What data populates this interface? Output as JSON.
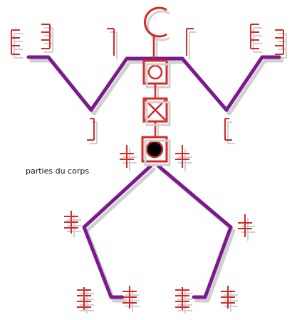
{
  "caption": "parties du corps",
  "colors": {
    "limb": "#7a1a8c",
    "glyph": "#d42a2a",
    "shadow": "#d0d0d0",
    "joint_fill": "#000000",
    "background": "#ffffff"
  },
  "icons": {
    "head": "open-circle-c-glyph",
    "neck": "circle-in-box-glyph",
    "chest": "x-in-box-glyph",
    "navel": "filled-dot-in-box-glyph",
    "hands": "e-shaped-glyph",
    "elbows": "bracket-glyph",
    "hips": "double-cross-glyph",
    "knees": "triple-cross-glyph",
    "feet": "triple-cross-glyph"
  }
}
